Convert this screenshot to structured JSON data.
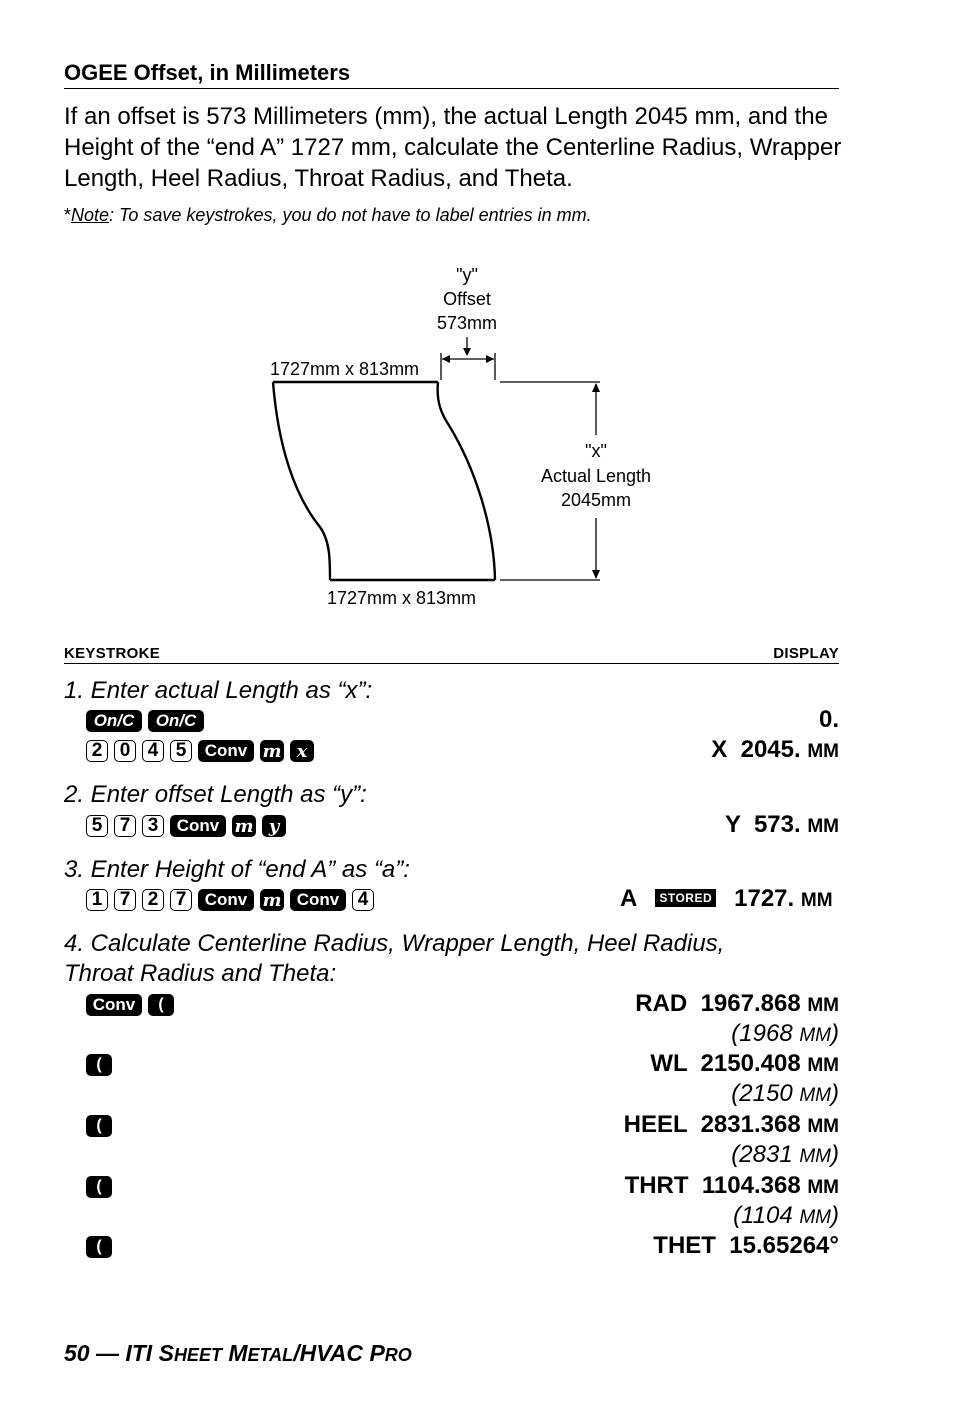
{
  "heading": "OGEE Offset, in Millimeters",
  "intro": "If an offset is 573 Millimeters (mm), the actual Length 2045 mm, and the Height of the “end A” 1727 mm, calculate the Centerline Radius, Wrapper Length, Heel Radius, Throat Radius, and Theta.",
  "note": {
    "star": "*",
    "label": "Note",
    "text": ": To save keystrokes, you do not have to label entries in mm."
  },
  "diagram": {
    "y_label_1": "\"y\"",
    "y_label_2": "Offset",
    "y_label_3": "573mm",
    "top_dim": "1727mm x 813mm",
    "x_label_1": "\"x\"",
    "x_label_2": "Actual Length",
    "x_label_3": "2045mm",
    "bottom_dim": "1727mm x 813mm"
  },
  "columns": {
    "left": "KEYSTROKE",
    "right": "DISPLAY"
  },
  "steps": [
    {
      "title": "1. Enter actual Length as “x”:",
      "rows": [
        {
          "keys": [
            "On/C",
            "On/C"
          ],
          "display": "0.",
          "unit": ""
        },
        {
          "keys": [
            "2",
            "0",
            "4",
            "5",
            "Conv",
            "m",
            "x"
          ],
          "display": "X  2045.",
          "unit": "MM"
        }
      ]
    },
    {
      "title": "2. Enter offset Length as “y”:",
      "rows": [
        {
          "keys": [
            "5",
            "7",
            "3",
            "Conv",
            "m",
            "y"
          ],
          "display": "Y  573.",
          "unit": "MM"
        }
      ]
    },
    {
      "title": "3. Enter Height of “end A” as “a”:",
      "rows": [
        {
          "keys": [
            "1",
            "7",
            "2",
            "7",
            "Conv",
            "m",
            "Conv",
            "4"
          ],
          "display_prefix": "A",
          "badge": "STORED",
          "display": "1727.",
          "unit": "MM"
        }
      ]
    },
    {
      "title_1": "4. Calculate Centerline Radius, Wrapper Length, Heel Radius,",
      "title_2": "Throat Radius and Theta:",
      "rows": [
        {
          "keys": [
            "Conv",
            "("
          ],
          "display": "RAD  1967.868",
          "unit": "MM",
          "sub": "(1968 ",
          "sub_unit": "MM",
          "sub_close": ")"
        },
        {
          "keys": [
            "("
          ],
          "display": "WL  2150.408",
          "unit": "MM",
          "sub": "(2150 ",
          "sub_unit": "MM",
          "sub_close": ")"
        },
        {
          "keys": [
            "("
          ],
          "display": "HEEL  2831.368",
          "unit": "MM",
          "sub": "(2831 ",
          "sub_unit": "MM",
          "sub_close": ")"
        },
        {
          "keys": [
            "("
          ],
          "display": "THRT  1104.368",
          "unit": "MM",
          "sub": "(1104 ",
          "sub_unit": "MM",
          "sub_close": ")"
        },
        {
          "keys": [
            "("
          ],
          "display": "THET  15.65264°",
          "unit": ""
        }
      ]
    }
  ],
  "footer": {
    "page": "50 — ITI ",
    "w1a": "S",
    "w1b": "HEET",
    "w2a": " M",
    "w2b": "ETAL",
    "w3": "/HVAC ",
    "w4a": "P",
    "w4b": "RO"
  }
}
